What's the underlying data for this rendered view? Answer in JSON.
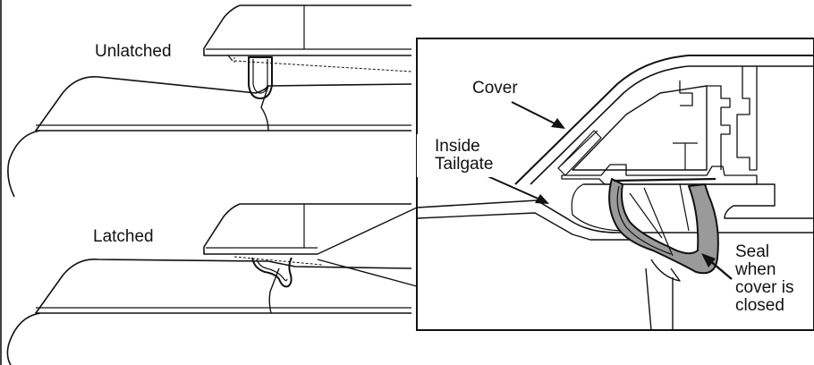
{
  "labels": {
    "unlatched": "Unlatched",
    "latched": "Latched",
    "cover": "Cover",
    "inside_tailgate": [
      "Inside",
      "Tailgate"
    ],
    "seal": [
      "Seal",
      "when",
      "cover is",
      "closed"
    ]
  },
  "colors": {
    "line": "#111111",
    "seal_fill": "#9a9a9a",
    "background": "#ffffff"
  }
}
